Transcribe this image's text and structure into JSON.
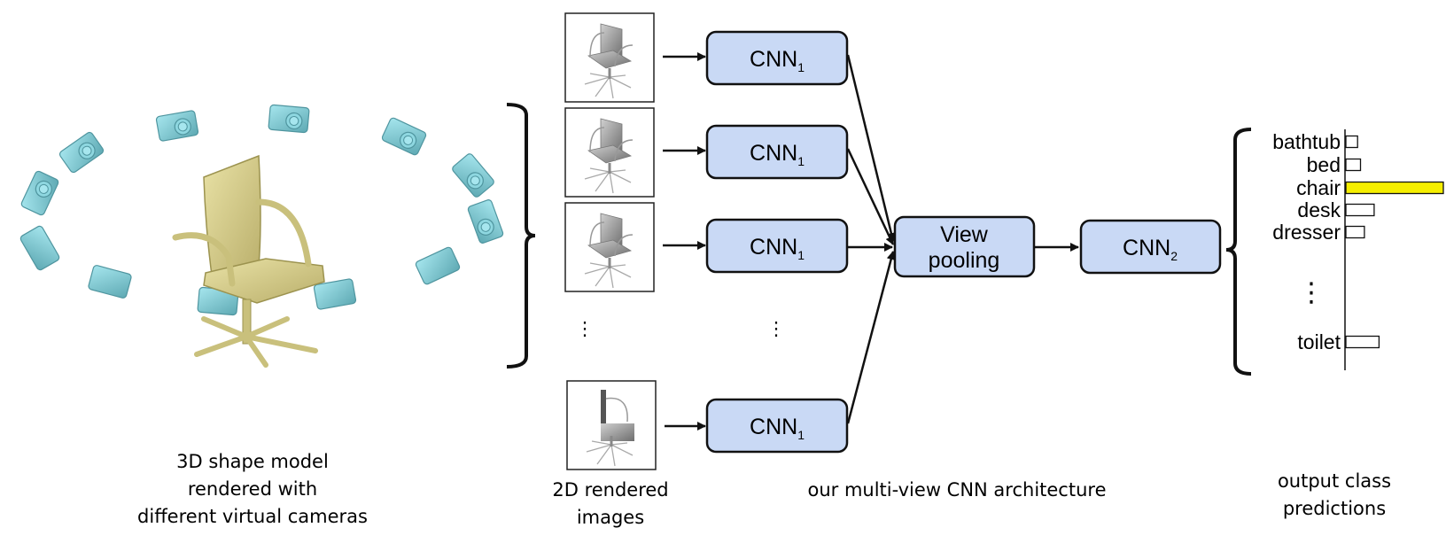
{
  "colors": {
    "box_fill": "#c9d9f5",
    "box_stroke": "#111111",
    "camera": "#86d3dc",
    "camera_shadow": "#5ea9b3",
    "chair_model": "#ddd594",
    "chair_model_shadow": "#b5ab66",
    "render_gray": "#8a8a8a",
    "highlight_bar": "#f5ee00"
  },
  "left_section": {
    "caption_lines": [
      "3D shape model",
      "rendered with",
      "different virtual cameras"
    ],
    "camera_icon": "camera-icon",
    "model_icon": "chair-icon"
  },
  "renders": {
    "caption_lines": [
      "2D rendered",
      "images"
    ],
    "views": [
      "view-1",
      "view-2",
      "view-3",
      "view-n"
    ],
    "ellipsis": "⋮"
  },
  "architecture": {
    "cnn1": {
      "label": "CNN",
      "subscript": "1"
    },
    "view_pooling": {
      "lines": [
        "View",
        "pooling"
      ]
    },
    "cnn2": {
      "label": "CNN",
      "subscript": "2"
    },
    "ellipsis": "⋮",
    "caption": "our multi-view CNN architecture"
  },
  "output": {
    "caption_lines": [
      "output class",
      "predictions"
    ],
    "ellipsis": "⋮"
  },
  "chart_data": {
    "type": "bar",
    "orientation": "horizontal",
    "title": "output class predictions",
    "categories": [
      "bathtub",
      "bed",
      "chair",
      "desk",
      "dresser",
      "toilet"
    ],
    "values": [
      0.12,
      0.15,
      1.0,
      0.29,
      0.19,
      0.34
    ],
    "highlighted": "chair",
    "xlabel": "",
    "ylabel": "",
    "xlim": [
      0,
      1
    ],
    "grid": false,
    "note": "relative scores; categories between dresser and toilet elided (⋮)"
  }
}
